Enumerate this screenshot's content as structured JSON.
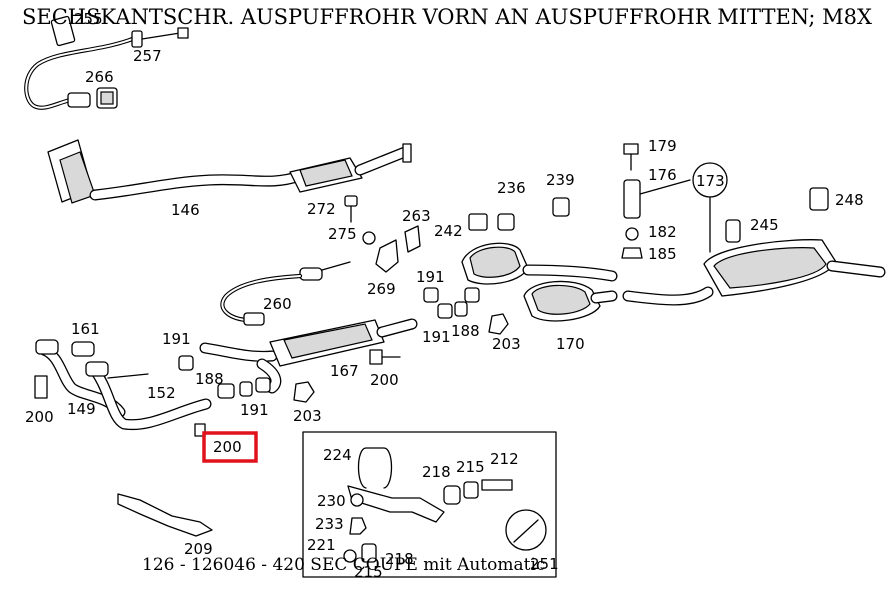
{
  "title": "SECHSKANTSCHR. AUSPUFFROHR VORN AN AUSPUFFROHR MITTEN; M8X",
  "caption": "126 - 126046 - 420 SEC COUPE mit Automatic",
  "highlight_color": "#e0121b",
  "labels": {
    "l255": "255",
    "l257": "257",
    "l266": "266",
    "l146": "146",
    "l272": "272",
    "l275": "275",
    "l263": "263",
    "l269": "269",
    "l260": "260",
    "l242": "242",
    "l236": "236",
    "l239": "239",
    "l191a": "191",
    "l188a": "188",
    "l191b": "191",
    "l203a": "203",
    "l170": "170",
    "l179": "179",
    "l176": "176",
    "l173": "173",
    "l248": "248",
    "l182": "182",
    "l185": "185",
    "l245": "245",
    "l161": "161",
    "l191c": "191",
    "l188b": "188",
    "l152": "152",
    "l149": "149",
    "l200a": "200",
    "l191d": "191",
    "l203b": "203",
    "l167": "167",
    "l200b": "200",
    "l200_selected": "200",
    "l209": "209",
    "l224": "224",
    "l218a": "218",
    "l215a": "215",
    "l212": "212",
    "l230": "230",
    "l233": "233",
    "l221": "221",
    "l218b": "218",
    "l215b": "215",
    "l251": "251"
  }
}
